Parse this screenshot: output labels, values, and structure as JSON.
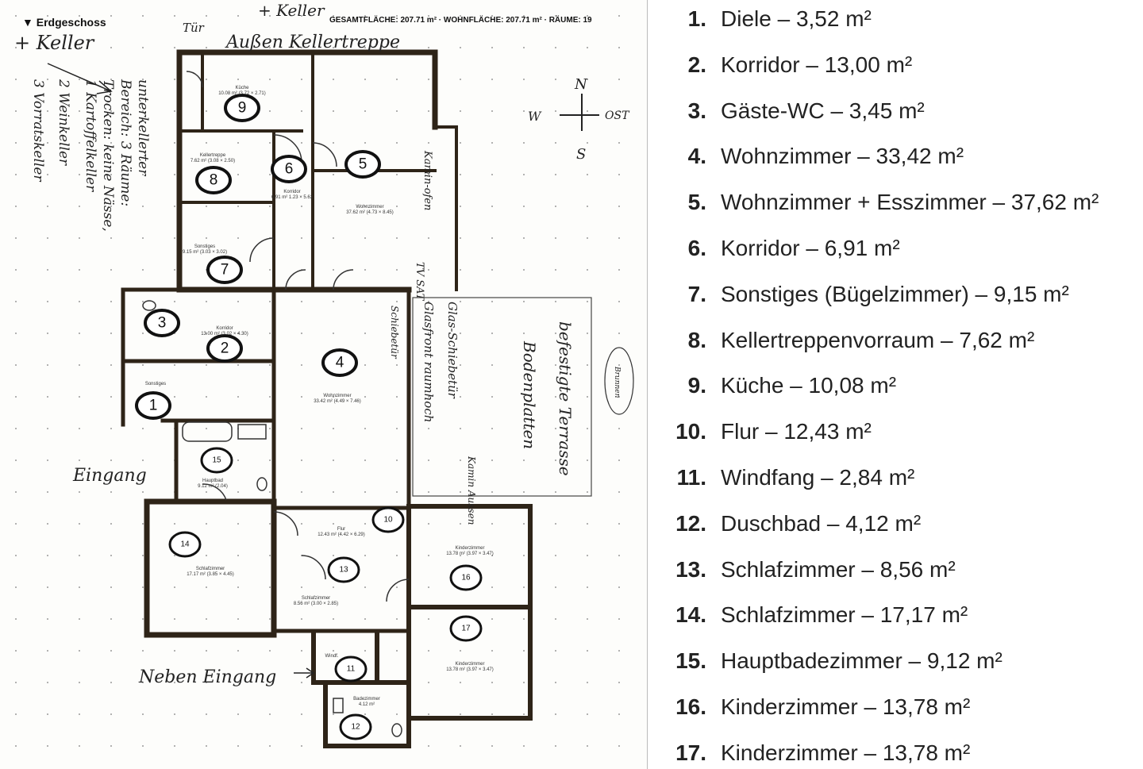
{
  "plan": {
    "floor_title": "▼ Erdgeschoss",
    "summary": "GESAMTFLÄCHE: 207.71 m² · WOHNFLÄCHE: 207.71 m² · RÄUME: 19",
    "room_numbers": [
      "1",
      "2",
      "3",
      "4",
      "5",
      "6",
      "7",
      "8",
      "9",
      "10",
      "11",
      "12",
      "13",
      "14",
      "15",
      "16",
      "17"
    ],
    "room_labels": [
      {
        "name": "Küche",
        "size": "10.08 m² (3.72 × 2.71)"
      },
      {
        "name": "Kellertreppe",
        "size": "7.62 m² (3.08 × 2.50)"
      },
      {
        "name": "Korridor",
        "size": "6.91 m² 1.23 × 5.62"
      },
      {
        "name": "Wohnzimmer",
        "size": "37.62 m² (4.73 × 8.45)"
      },
      {
        "name": "Sonstiges",
        "size": "9.15 m² (3.03 × 3.02)"
      },
      {
        "name": "Korridor",
        "size": "13.00 m² (3.02 × 4.30)"
      },
      {
        "name": "Wohnzimmer",
        "size": "33.42 m² (4.49 × 7.46)"
      },
      {
        "name": "Flur",
        "size": "12.43 m² (4.42 × 6.29)"
      },
      {
        "name": "Schlafzimmer",
        "size": "17.17 m² (3.85 × 4.45)"
      },
      {
        "name": "Schlafzimmer",
        "size": "8.56 m² (3.00 × 2.85)"
      },
      {
        "name": "Kinderzimmer",
        "size": "13.78 m² (3.97 × 3.47)"
      },
      {
        "name": "Kinderzimmer",
        "size": "13.78 m² (3.97 × 3.47)"
      },
      {
        "name": "Windf.",
        "size": ""
      },
      {
        "name": "Badezimmer",
        "size": "4.12 m²"
      },
      {
        "name": "Sonstiges",
        "size": ""
      },
      {
        "name": "Hauptbad",
        "size": "9.12 m² (2.04)"
      }
    ],
    "annotations": {
      "plus_keller_top": "+ Keller",
      "tuer": "Tür",
      "aussen_kellertreppe": "Außen Kellertreppe",
      "plus_keller_left": "+ Keller",
      "cellar_note_1": "unterkellerter",
      "cellar_note_2": "Bereich: 3 Räume:",
      "cellar_note_3": "Trocken: keine Nässe,",
      "cellar_note_4": "1 Kartoffelkeller",
      "cellar_note_5": "2 Weinkeller",
      "cellar_note_6": "3 Vorratskeller",
      "compass_n": "N",
      "compass_w": "W",
      "compass_o": "OST",
      "compass_s": "S",
      "kaminofen": "Kamin-ofen",
      "tv_sat": "TV SAT",
      "schiebetuer": "Schiebetür",
      "glas_1": "Glas-Schiebetür",
      "glas_2": "Glasfront raumhoch",
      "kamin_aussen": "Kamin Aussen",
      "terrasse_1": "befestigte Terrasse",
      "terrasse_2": "Bodenplatten",
      "brunnen": "Brunnen",
      "eingang": "Eingang",
      "neben_eingang": "Neben Eingang"
    }
  },
  "rooms": [
    {
      "n": "1.",
      "label": "Diele – 3,52 m²"
    },
    {
      "n": "2.",
      "label": "Korridor – 13,00 m²"
    },
    {
      "n": "3.",
      "label": "Gäste-WC – 3,45 m²"
    },
    {
      "n": "4.",
      "label": "Wohnzimmer – 33,42 m²"
    },
    {
      "n": "5.",
      "label": "Wohnzimmer + Esszimmer – 37,62 m²"
    },
    {
      "n": "6.",
      "label": "Korridor – 6,91 m²"
    },
    {
      "n": "7.",
      "label": "Sonstiges (Bügelzimmer) – 9,15 m²"
    },
    {
      "n": "8.",
      "label": "Kellertreppenvorraum – 7,62 m²"
    },
    {
      "n": "9.",
      "label": "Küche – 10,08 m²"
    },
    {
      "n": "10.",
      "label": "Flur – 12,43 m²"
    },
    {
      "n": "11.",
      "label": "Windfang – 2,84 m²"
    },
    {
      "n": "12.",
      "label": "Duschbad – 4,12 m²"
    },
    {
      "n": "13.",
      "label": "Schlafzimmer – 8,56 m²"
    },
    {
      "n": "14.",
      "label": "Schlafzimmer – 17,17 m²"
    },
    {
      "n": "15.",
      "label": "Hauptbadezimmer – 9,12 m²"
    },
    {
      "n": "16.",
      "label": "Kinderzimmer – 13,78 m²"
    },
    {
      "n": "17.",
      "label": "Kinderzimmer – 13,78 m²"
    }
  ],
  "colors": {
    "wall": "#2e2418",
    "ink": "#222222",
    "text": "#222222"
  }
}
